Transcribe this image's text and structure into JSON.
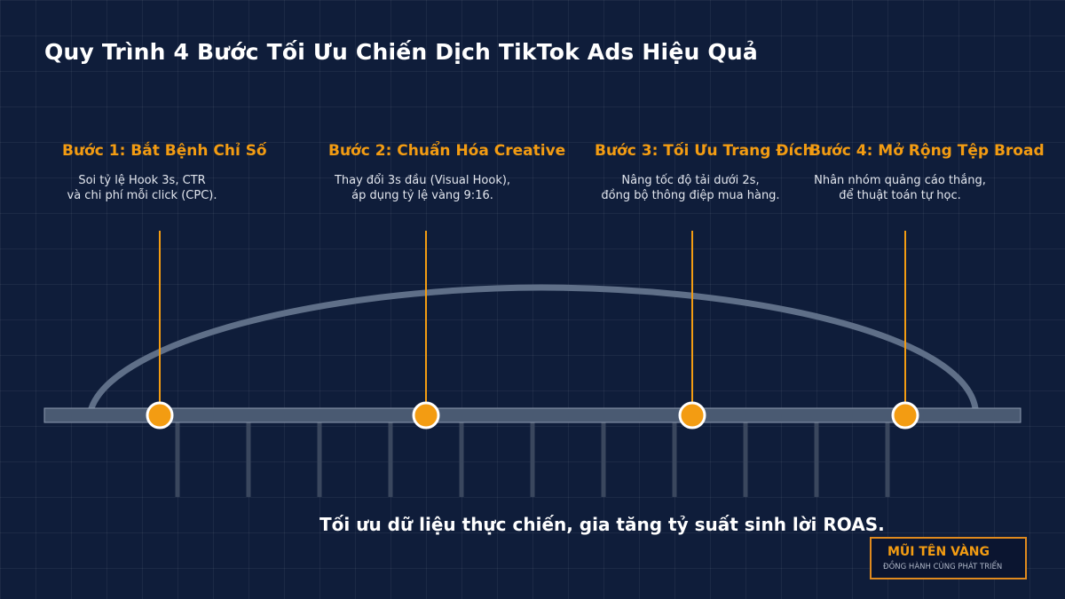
{
  "title": "Quy Trình 4 Bước Tối Ưu Chiến Dịch TikTok Ads Hiệu Quả",
  "steps": [
    {
      "title": "Bước 1: Bắt Bệnh Chỉ Số",
      "desc_line1": "Soi tỷ lệ Hook 3s, CTR",
      "desc_line2": "và chi phí mỗi click (CPC)."
    },
    {
      "title": "Bước 2: Chuẩn Hóa Creative",
      "desc_line1": "Thay đổi 3s đầu (Visual Hook),",
      "desc_line2": "áp dụng tỷ lệ vàng 9:16."
    },
    {
      "title": "Bước 3: Tối Ưu Trang Đích",
      "desc_line1": "Nâng tốc độ tải dưới 2s,",
      "desc_line2": "đồng bộ thông điệp mua hàng."
    },
    {
      "title": "Bước 4: Mở Rộng Tệp Broad",
      "desc_line1": "Nhân nhóm quảng cáo thắng,",
      "desc_line2": "để thuật toán tự học."
    }
  ],
  "tagline": "Tối ưu dữ liệu thực chiến, gia tăng tỷ suất sinh lời ROAS.",
  "logo": {
    "name": "MŨI TÊN VÀNG",
    "subtitle": "ĐỒNG HÀNH CÙNG PHÁT TRIỂN"
  },
  "colors": {
    "background": "#0f1d3a",
    "accent": "#f39c12",
    "arc": "#5f6f88",
    "bar": "#4a5a72",
    "text": "#ffffff"
  }
}
